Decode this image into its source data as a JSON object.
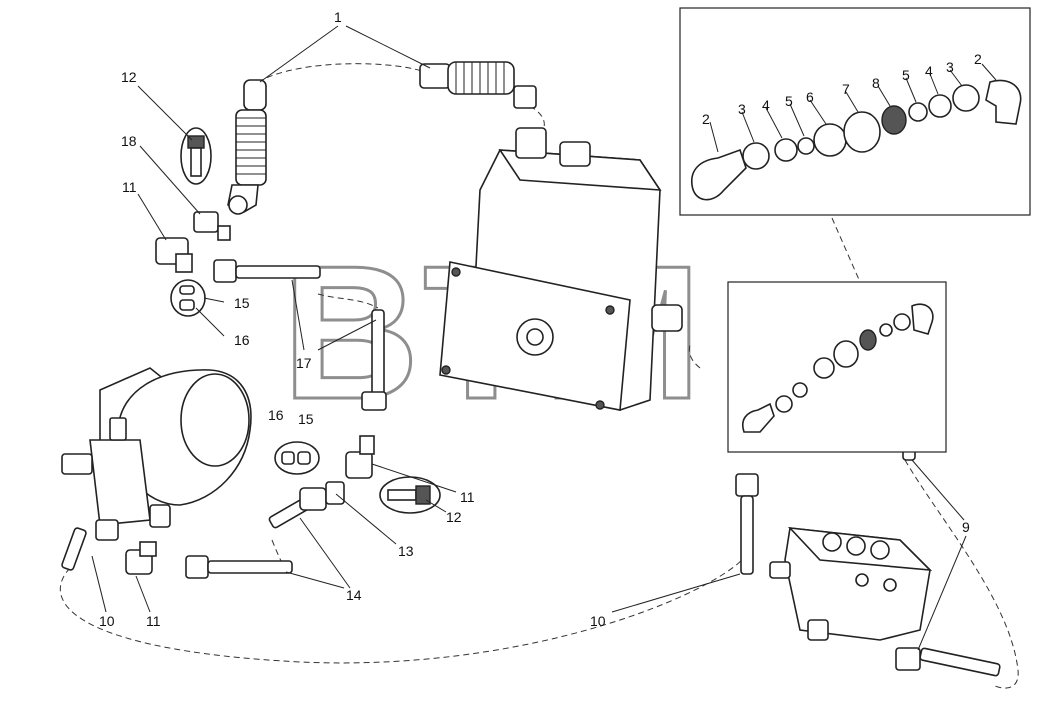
{
  "diagram": {
    "watermark": "BTM",
    "watermark_symbol": "®",
    "callouts": [
      {
        "id": "c1",
        "label": "1"
      },
      {
        "id": "c12a",
        "label": "12"
      },
      {
        "id": "c18",
        "label": "18"
      },
      {
        "id": "c11a",
        "label": "11"
      },
      {
        "id": "c15a",
        "label": "15"
      },
      {
        "id": "c16a",
        "label": "16"
      },
      {
        "id": "c17",
        "label": "17"
      },
      {
        "id": "c16b",
        "label": "16"
      },
      {
        "id": "c15b",
        "label": "15"
      },
      {
        "id": "c11b",
        "label": "11"
      },
      {
        "id": "c12b",
        "label": "12"
      },
      {
        "id": "c13",
        "label": "13"
      },
      {
        "id": "c14",
        "label": "14"
      },
      {
        "id": "c10a",
        "label": "10"
      },
      {
        "id": "c11c",
        "label": "11"
      },
      {
        "id": "c10b",
        "label": "10"
      },
      {
        "id": "c9",
        "label": "9"
      },
      {
        "id": "d2a",
        "label": "2"
      },
      {
        "id": "d3a",
        "label": "3"
      },
      {
        "id": "d4a",
        "label": "4"
      },
      {
        "id": "d5a",
        "label": "5"
      },
      {
        "id": "d6",
        "label": "6"
      },
      {
        "id": "d7",
        "label": "7"
      },
      {
        "id": "d8",
        "label": "8"
      },
      {
        "id": "d5b",
        "label": "5"
      },
      {
        "id": "d4b",
        "label": "4"
      },
      {
        "id": "d3b",
        "label": "3"
      },
      {
        "id": "d2b",
        "label": "2"
      }
    ]
  }
}
